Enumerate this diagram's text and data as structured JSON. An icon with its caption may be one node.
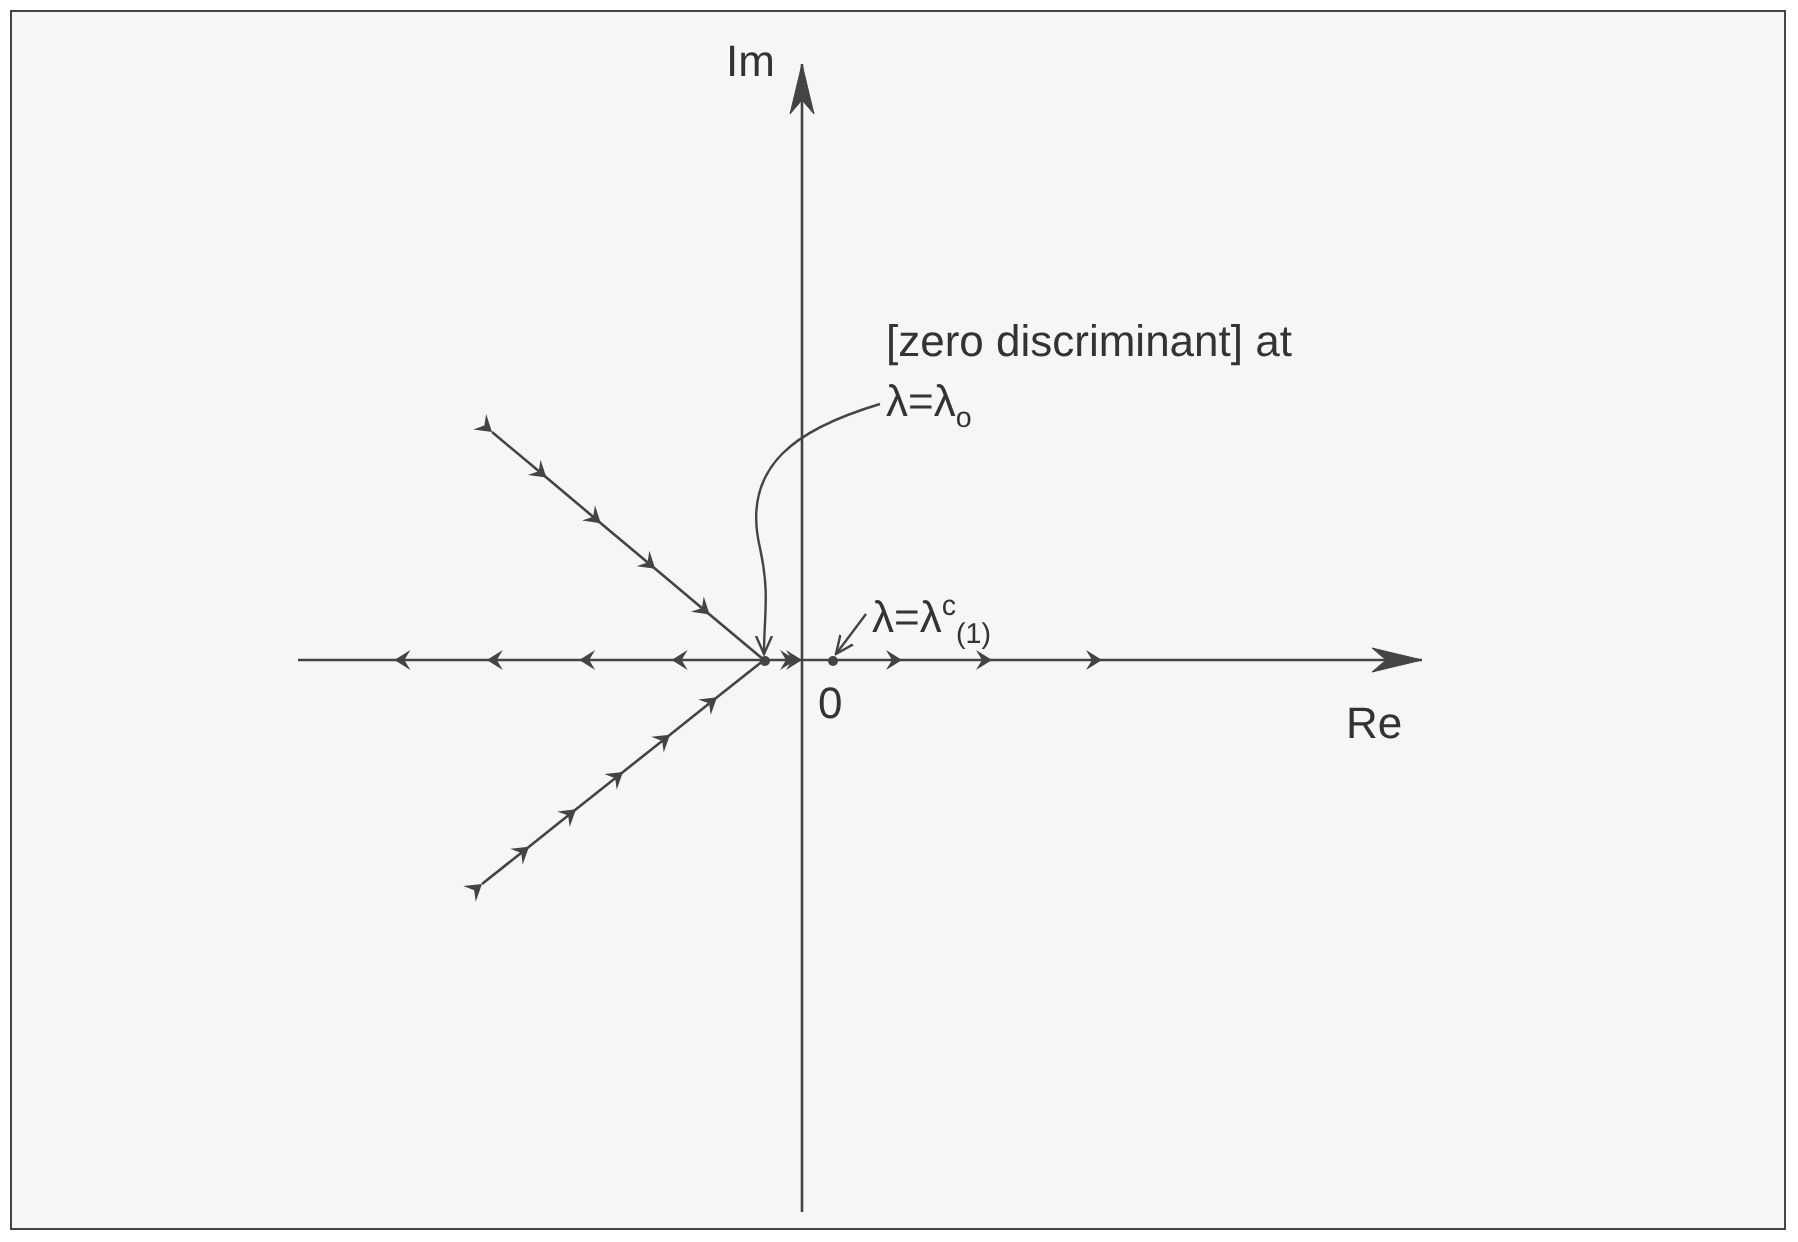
{
  "diagram": {
    "nodes": [
      {
        "text": [
          "[zero discriminant] at λ=λ$_{o}$"
        ]
      },
      {
        "text": [
          "λ=λ$^{c}$$_{(1)}$"
        ]
      },
      {
        "text": [],
        "shape": "dot"
      },
      {
        "text": [],
        "shape": "dot"
      }
    ],
    "edges": [
      {
        "from": 0,
        "to": 2,
        "arrow": "to"
      },
      {
        "from": 1,
        "to": 3,
        "arrow": "to"
      }
    ],
    "labels": [
      "Im",
      "0",
      "Re"
    ]
  }
}
